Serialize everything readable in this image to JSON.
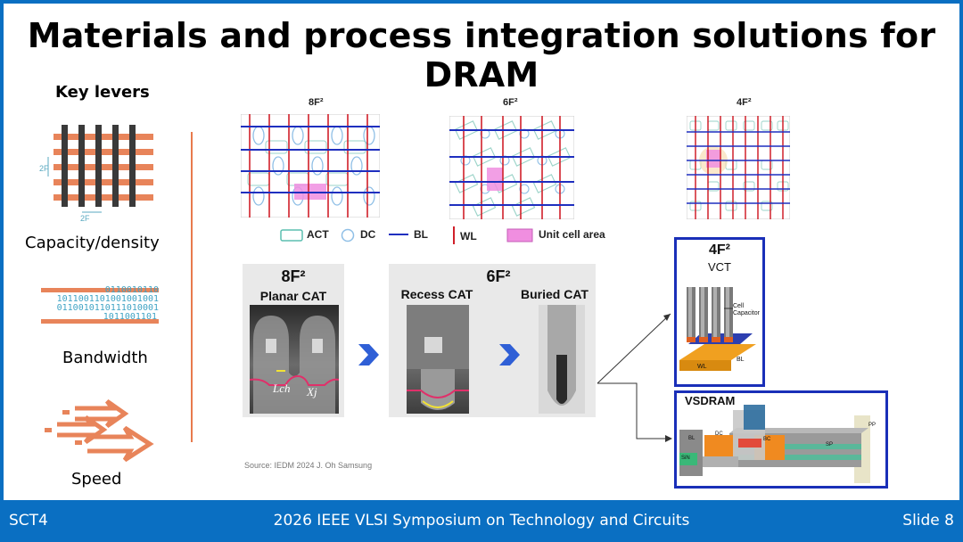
{
  "title": "Materials and process integration solutions for DRAM",
  "key_levers": {
    "heading": "Key levers",
    "capacity_label": "Capacity/density",
    "bandwidth_label": "Bandwidth",
    "speed_label": "Speed",
    "grid_dim_left": "2F",
    "grid_dim_bottom": "2F",
    "binary_lines": [
      "0110010110",
      "1011001101001001001",
      "0110010110111010001",
      "1011001101"
    ]
  },
  "layouts": {
    "labels": [
      "8F²",
      "6F²",
      "4F²"
    ],
    "legend": {
      "act": "ACT",
      "dc": "DC",
      "bl": "BL",
      "wl": "WL",
      "unit": "Unit cell area"
    }
  },
  "cross_sections": {
    "panel1_head": "8F²",
    "panel1_sub": "Planar CAT",
    "lch": "Lch",
    "xj": "Xj",
    "panel2_head": "6F²",
    "recess": "Recess CAT",
    "buried": "Buried CAT"
  },
  "vct": {
    "head": "4F²",
    "sub": "VCT",
    "cell_cap": "Cell Capacitor",
    "wl": "WL",
    "bl": "BL"
  },
  "vsdram": {
    "head": "VSDRAM",
    "bl": "BL",
    "dc": "DC",
    "bc": "BC",
    "sp": "SP",
    "sin": "SiN",
    "pp": "PP"
  },
  "source": "Source: IEDM 2024 J. Oh Samsung",
  "footer": {
    "left": "SCT4",
    "center": "2026 IEEE VLSI Symposium on Technology and Circuits",
    "right": "Slide 8"
  },
  "colors": {
    "accent_blue": "#0a6fc2",
    "orange": "#e87a4d",
    "bl_blue": "#1f2fbf",
    "wl_red": "#d0202a",
    "act_teal": "#5bbfb0",
    "unit_pink": "#f08ee0"
  }
}
